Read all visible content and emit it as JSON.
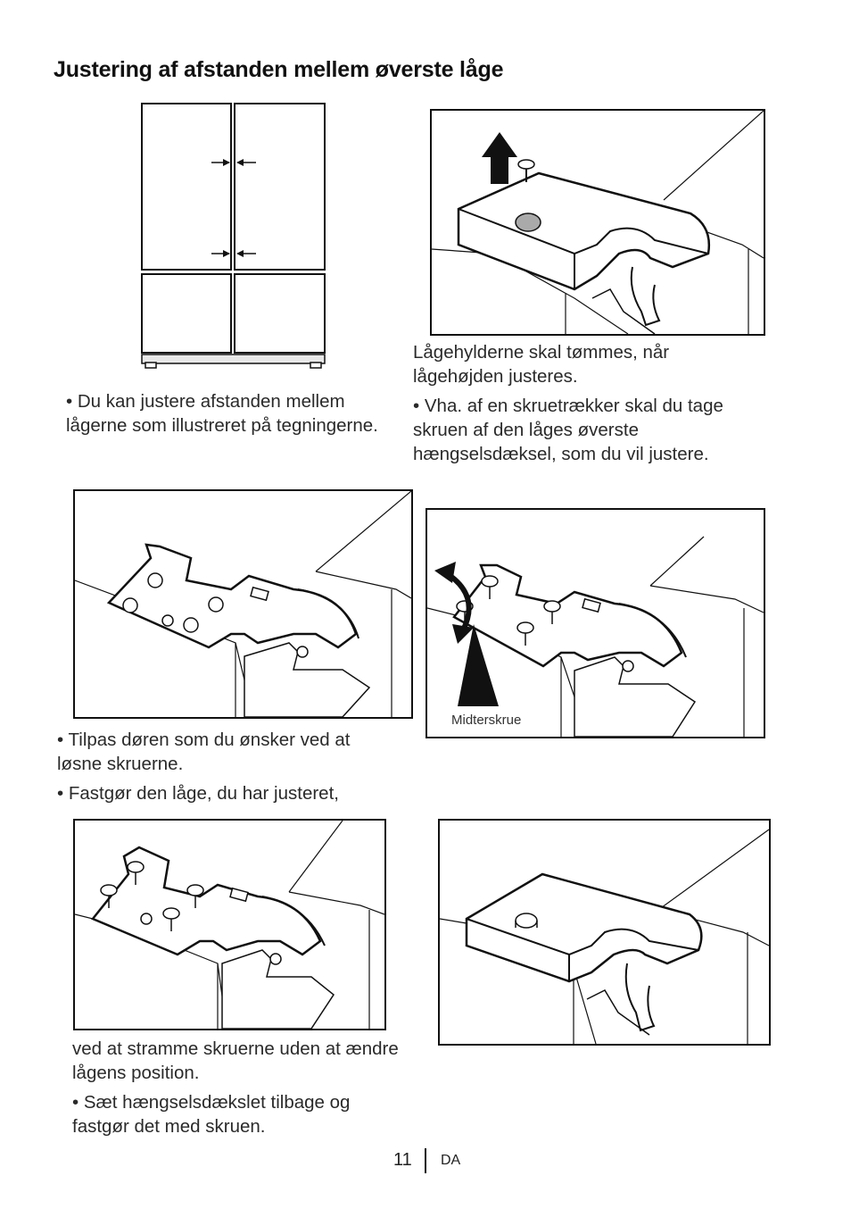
{
  "heading": "Justering af afstanden mellem øverste låge",
  "text_block_1": {
    "bullet": "• Du kan justere afstanden mellem lågerne som illustreret på tegningerne."
  },
  "text_block_2": {
    "line1": "Lågehylderne skal tømmes, når lågehøjden justeres.",
    "bullet": "• Vha. af en skruetrækker skal du tage skruen af den låges øverste hængselsdæksel, som du vil justere."
  },
  "text_block_3": {
    "bullet1": "• Tilpas døren som du ønsker ved at løsne skruerne.",
    "bullet2": "• Fastgør den låge, du har justeret,"
  },
  "text_block_4": {
    "line1": "ved at stramme skruerne uden at ændre lågens position.",
    "bullet": "• Sæt hængselsdækslet tilbage og fastgør det med skruen."
  },
  "figure_label": "Midterskrue",
  "footer": {
    "page_number": "11",
    "language": "DA"
  }
}
